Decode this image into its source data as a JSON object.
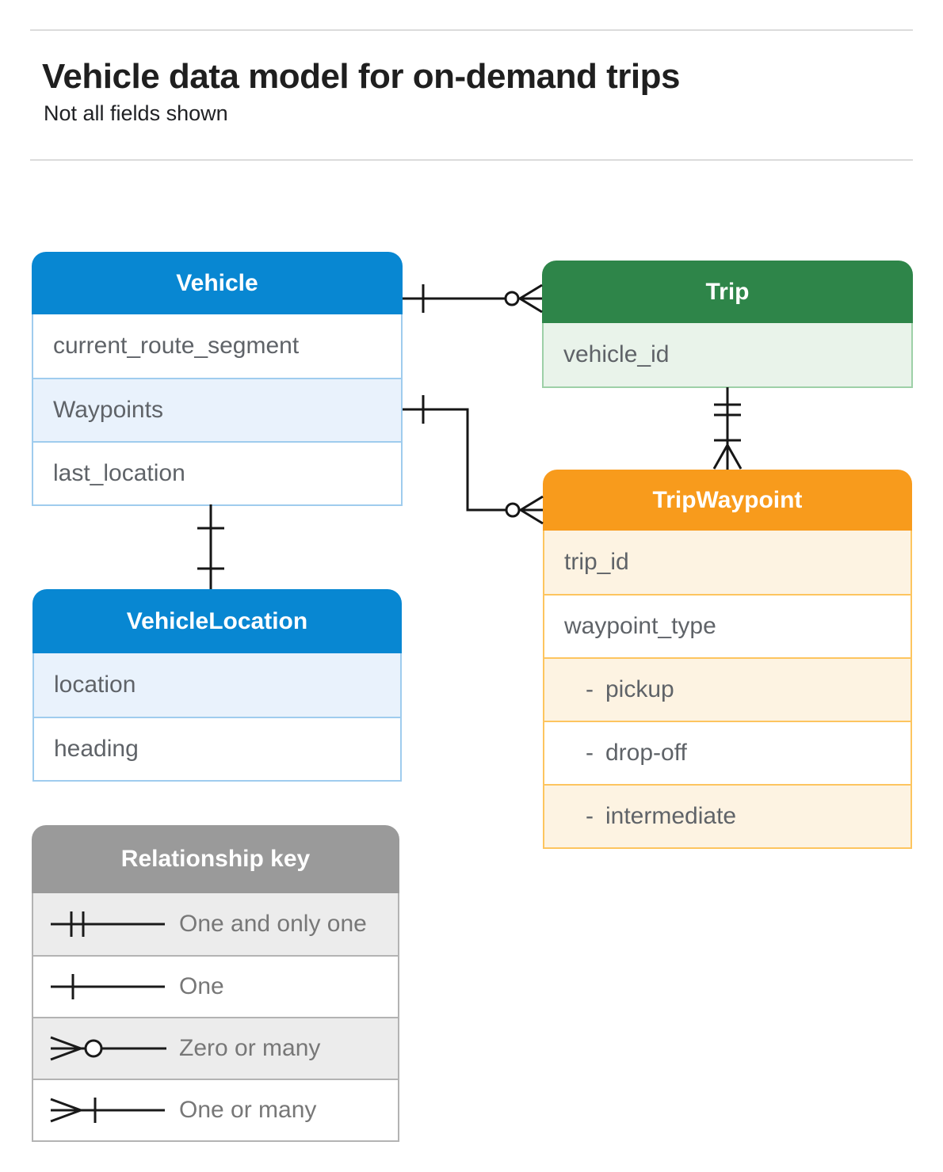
{
  "header": {
    "title": "Vehicle data model for on-demand trips",
    "subtitle": "Not all fields shown"
  },
  "entities": {
    "vehicle": {
      "title": "Vehicle",
      "fields": [
        {
          "label": "current_route_segment"
        },
        {
          "label": "Waypoints"
        },
        {
          "label": "last_location"
        }
      ]
    },
    "trip": {
      "title": "Trip",
      "fields": [
        {
          "label": "vehicle_id"
        }
      ]
    },
    "tripWaypoint": {
      "title": "TripWaypoint",
      "fields": [
        {
          "label": "trip_id"
        },
        {
          "label": "waypoint_type"
        },
        {
          "prefix": "-",
          "label": "pickup"
        },
        {
          "prefix": "-",
          "label": "drop-off"
        },
        {
          "prefix": "-",
          "label": "intermediate"
        }
      ]
    },
    "vehicleLocation": {
      "title": "VehicleLocation",
      "fields": [
        {
          "label": "location"
        },
        {
          "label": "heading"
        }
      ]
    }
  },
  "key": {
    "title": "Relationship key",
    "items": [
      {
        "symbol": "one-and-only-one",
        "label": "One and only one"
      },
      {
        "symbol": "one",
        "label": "One"
      },
      {
        "symbol": "zero-or-many",
        "label": "Zero or many"
      },
      {
        "symbol": "one-or-many",
        "label": "One or many"
      }
    ]
  },
  "relationships": [
    {
      "from": "Vehicle",
      "to": "Trip",
      "from_cardinality": "one",
      "to_cardinality": "zero-or-many"
    },
    {
      "from": "Vehicle.Waypoints",
      "to": "TripWaypoint",
      "from_cardinality": "one",
      "to_cardinality": "zero-or-many"
    },
    {
      "from": "Trip",
      "to": "TripWaypoint",
      "from_cardinality": "one-and-only-one",
      "to_cardinality": "one-or-many"
    },
    {
      "from": "Vehicle",
      "to": "VehicleLocation",
      "from_cardinality": "one",
      "to_cardinality": "one"
    }
  ],
  "colors": {
    "blue_header": "#0887d2",
    "blue_border": "#9fccee",
    "blue_row_tint": "#e9f2fc",
    "green_header": "#2e8549",
    "green_border": "#9dd0a7",
    "green_row_tint": "#e9f3ea",
    "orange_header": "#f89b1c",
    "orange_border": "#fdc55f",
    "orange_row_tint": "#fdf3e2",
    "gray_header": "#9a9a9a",
    "gray_border": "#b3b3b3",
    "gray_row_tint": "#ececec",
    "field_text": "#5f6368",
    "connector": "#161616"
  }
}
